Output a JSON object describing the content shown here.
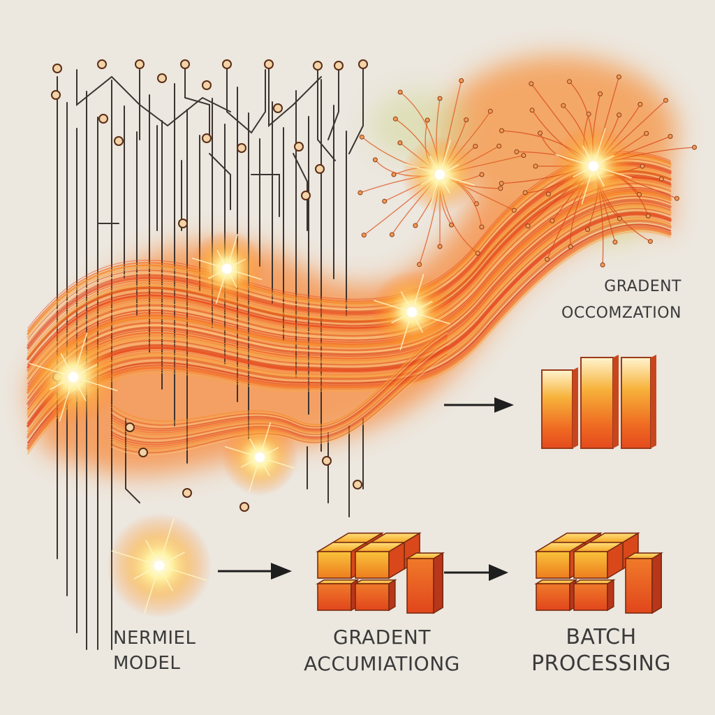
{
  "labels": {
    "optimization": {
      "line1": "GRADENT",
      "line2": "OCCOMZATION"
    },
    "model": {
      "line1": "NERMIEL",
      "line2": "MODEL"
    },
    "accumulation": {
      "line1": "GRADENT",
      "line2": "ACCUMIATIONG"
    },
    "batch": {
      "line1": "BATCH",
      "line2": "PROCESSING"
    }
  },
  "colors": {
    "background": "#ece7df",
    "flow_orange": "#f26b1d",
    "flow_red": "#e0481c",
    "glow_yellow": "#fff3a0",
    "circuit_line": "#3b3430",
    "arrow": "#1e1e1e",
    "label_text": "#3a3a3a"
  }
}
